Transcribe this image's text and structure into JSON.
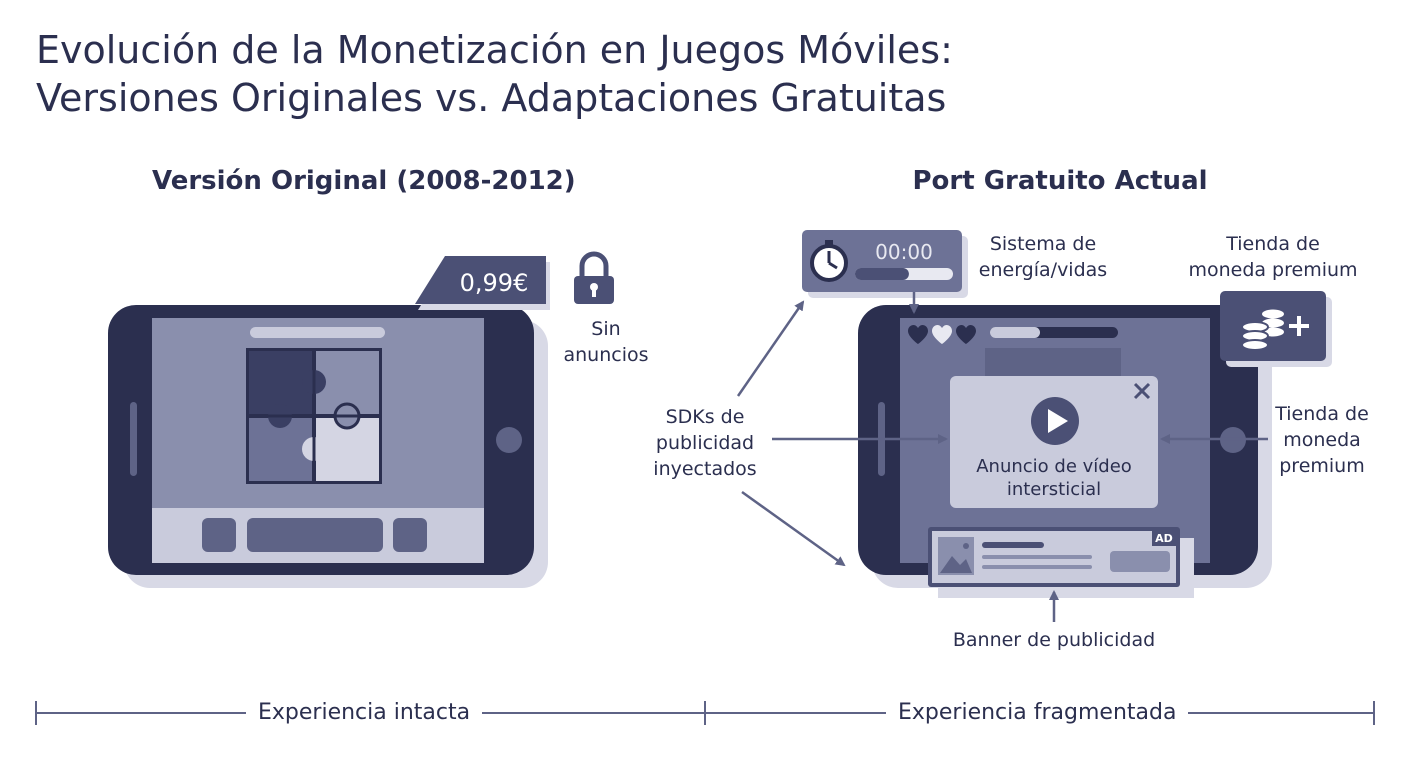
{
  "title": {
    "line1": "Evolución de la Monetización en Juegos Móviles:",
    "line2": "Versiones Originales vs. Adaptaciones Gratuitas"
  },
  "left": {
    "heading": "Versión Original (2008-2012)",
    "price_tag": "0,99€",
    "no_ads_line1": "Sin",
    "no_ads_line2": "anuncios",
    "icons": [
      "lock-icon",
      "puzzle-icon"
    ]
  },
  "right": {
    "heading": "Port Gratuito Actual",
    "timer_value": "00:00",
    "timer_progress": 0.55,
    "energy_line1": "Sistema de",
    "energy_line2": "energía/vidas",
    "premium_top_line1": "Tienda de",
    "premium_top_line2": "moneda premium",
    "sdk_line1": "SDKs de",
    "sdk_line2": "publicidad",
    "sdk_line3": "inyectados",
    "premium_side_line1": "Tienda de",
    "premium_side_line2": "moneda",
    "premium_side_line3": "premium",
    "ad_video_line1": "Anuncio de vídeo",
    "ad_video_line2": "intersticial",
    "ad_badge": "AD",
    "banner_label": "Banner de publicidad",
    "hearts_count": 3,
    "icons": [
      "stopwatch-icon",
      "coins-plus-icon",
      "play-icon",
      "close-icon",
      "heart-icon",
      "image-icon"
    ]
  },
  "timeline": {
    "left_label": "Experiencia intacta",
    "right_label": "Experiencia fragmentada"
  },
  "colors": {
    "dark": "#2b2f4f",
    "screen": "#8a8fad",
    "mid": "#5e6386",
    "light": "#c9cbdc",
    "shadow": "#d8d9e6"
  }
}
